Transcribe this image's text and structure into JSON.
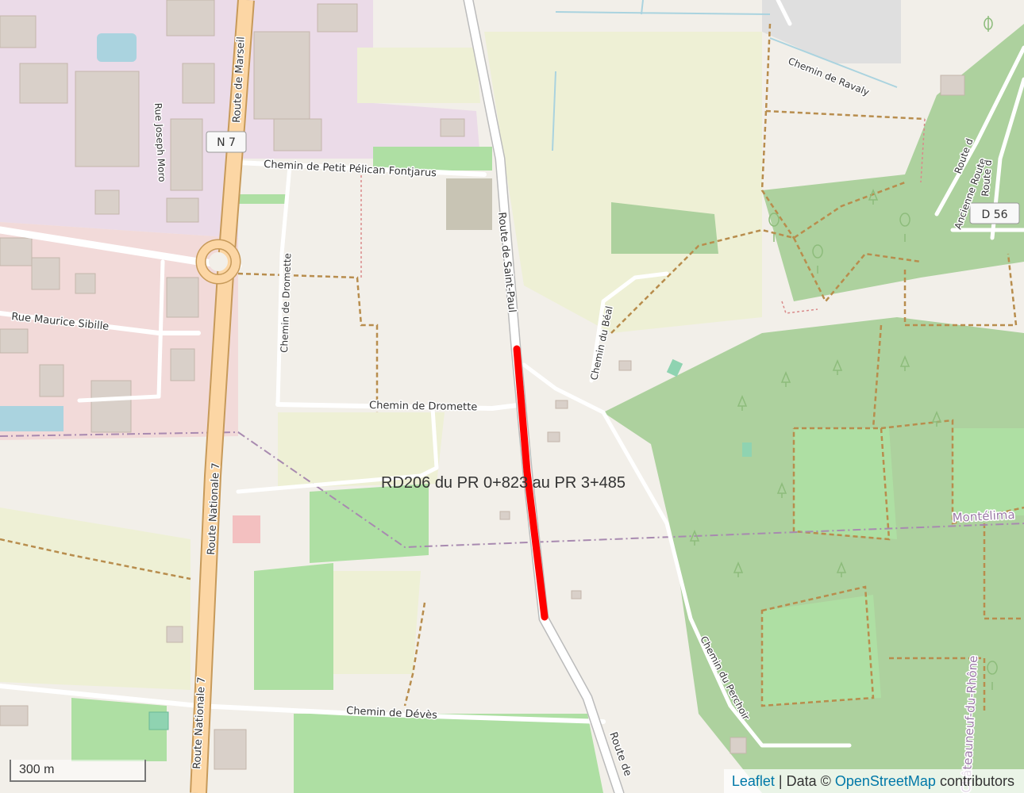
{
  "map": {
    "overlay_label": "RD206 du PR 0+823 au PR 3+485",
    "highlight_color": "#ff0000",
    "road_labels": {
      "n7_shield": "N 7",
      "d56_shield": "D 56",
      "route_marseille": "Route de Marseil",
      "rue_joseph_moro": "Rue Joseph Moro",
      "chemin_petit_pelican": "Chemin de Petit Pélican Fontjarus",
      "chemin_dromette_v": "Chemin de Dromette",
      "chemin_dromette_h": "Chemin de Dromette",
      "rue_maurice_sibille": "Rue Maurice Sibille",
      "route_nationale_7_a": "Route Nationale 7",
      "route_nationale_7_b": "Route Nationale 7",
      "route_saint_paul": "Route de Saint-Paul",
      "route_de_bottom": "Route de",
      "chemin_ravaly": "Chemin de Ravaly",
      "chemin_beal": "Chemin du Béal",
      "ancienne_route": "Ancienne Route",
      "route_d_top": "Route d",
      "route_d_right": "Route d",
      "chemin_deves": "Chemin de Dévès",
      "chemin_perchoir": "Chemin du Perchoir",
      "montelimar": "Montélima",
      "chateauneuf": "Châteauneuf-du-Rhône"
    }
  },
  "scale": {
    "label": "300 m"
  },
  "attribution": {
    "leaflet": "Leaflet",
    "sep": " | Data © ",
    "osm": "OpenStreetMap",
    "contributors": " contributors"
  }
}
